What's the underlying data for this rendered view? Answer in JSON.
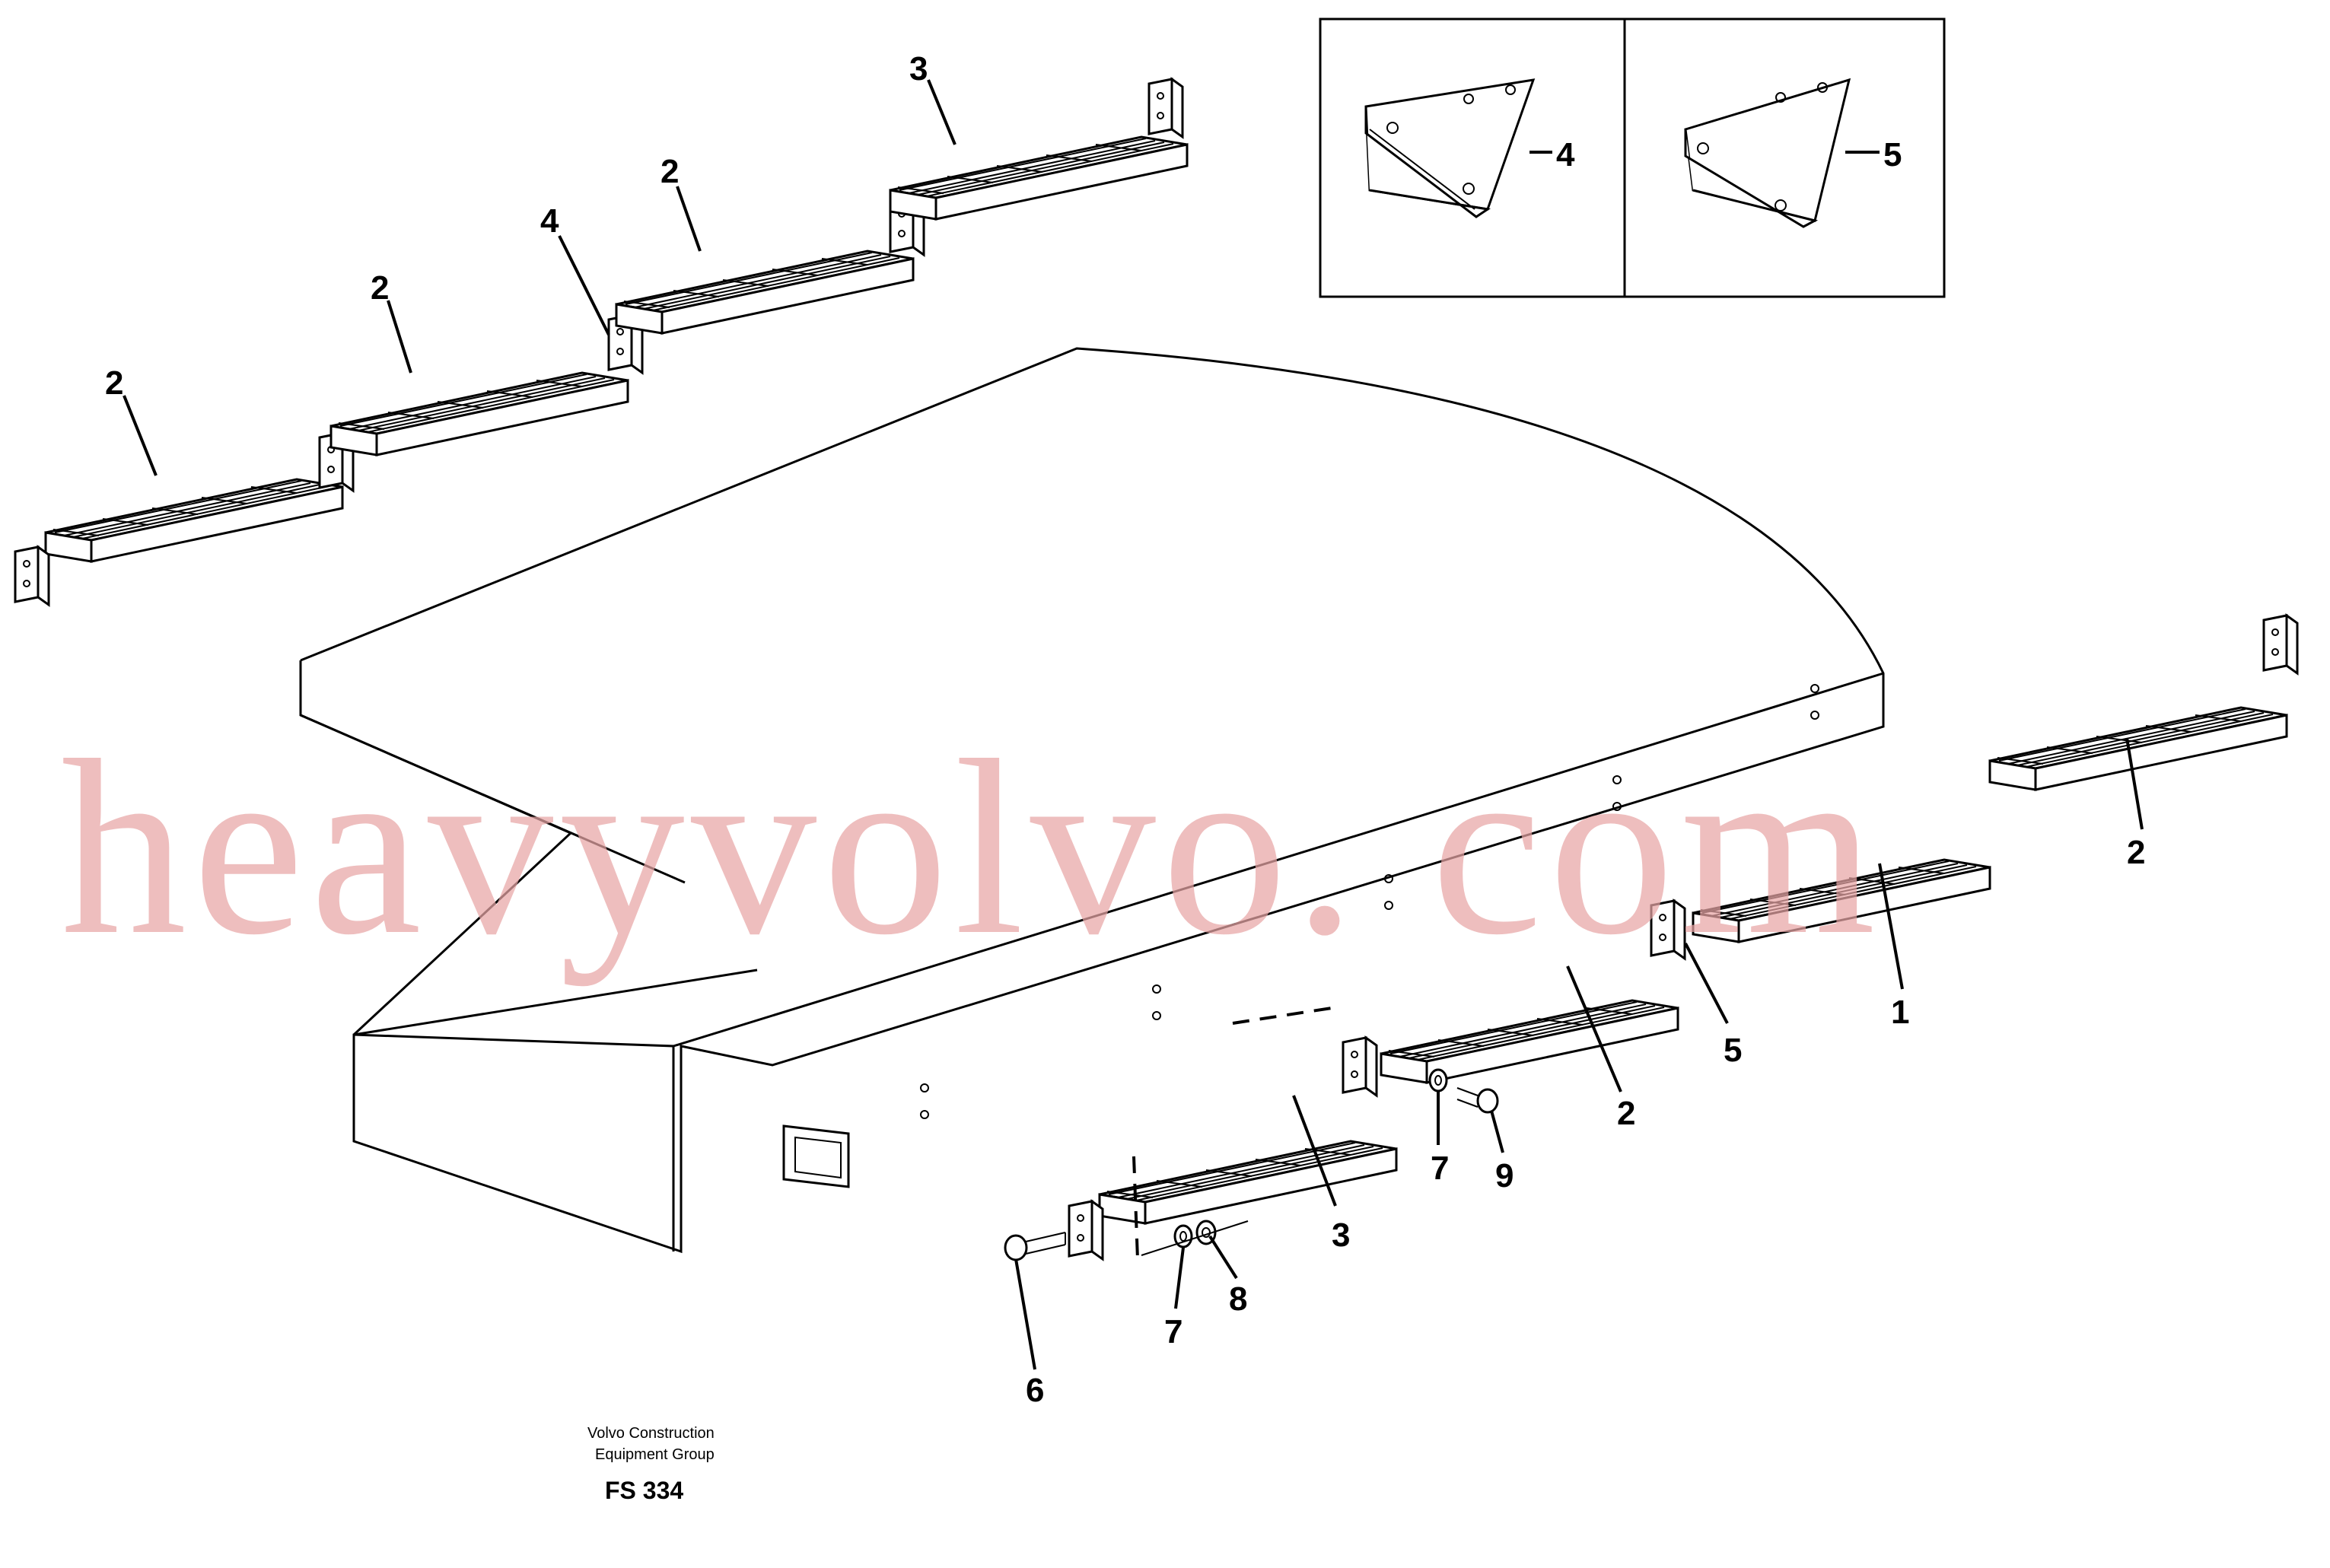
{
  "callouts": {
    "c1": "1",
    "c2": "2",
    "c3": "3",
    "c4": "4",
    "c5": "5",
    "c6": "6",
    "c7": "7",
    "c8": "8",
    "c9": "9"
  },
  "credit": {
    "line1": "Volvo Construction",
    "line2": "Equipment Group"
  },
  "figure_code": "FS 334",
  "watermark": "heavyvolvo. com"
}
